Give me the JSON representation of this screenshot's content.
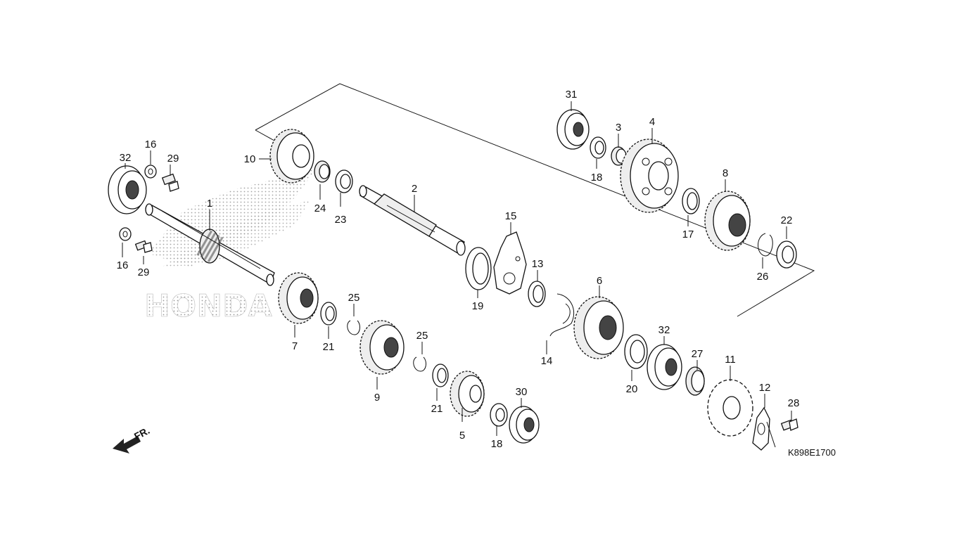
{
  "diagram": {
    "code": "K898E1700",
    "direction_label": "FR.",
    "watermark": "HONDA",
    "callouts": [
      "1",
      "2",
      "3",
      "4",
      "5",
      "6",
      "7",
      "8",
      "9",
      "10",
      "11",
      "12",
      "13",
      "14",
      "15",
      "16",
      "16",
      "17",
      "18",
      "18",
      "19",
      "20",
      "21",
      "21",
      "22",
      "23",
      "24",
      "25",
      "25",
      "26",
      "27",
      "28",
      "29",
      "29",
      "30",
      "31",
      "32",
      "32"
    ]
  }
}
